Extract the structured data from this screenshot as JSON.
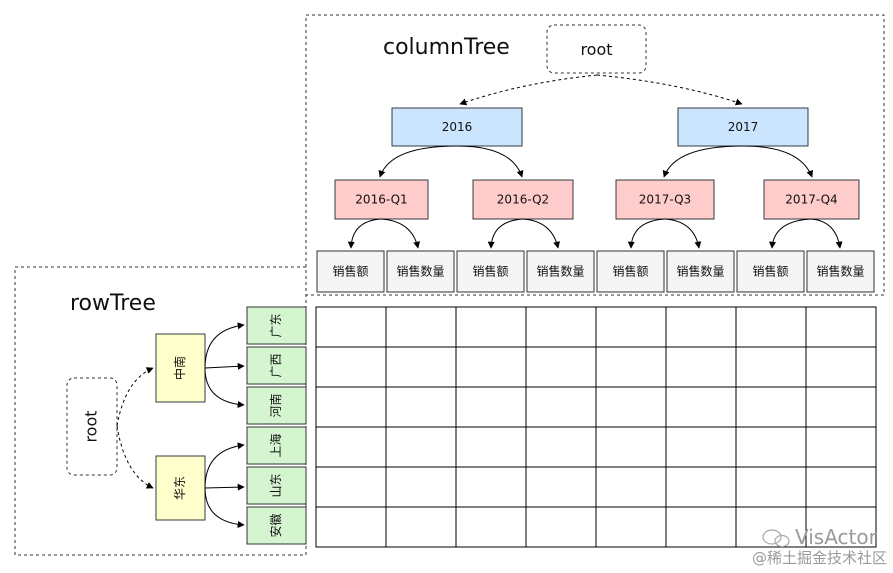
{
  "column_tree": {
    "title": "columnTree",
    "root": "root",
    "years": [
      "2016",
      "2017"
    ],
    "quarters": [
      "2016-Q1",
      "2016-Q2",
      "2017-Q3",
      "2017-Q4"
    ],
    "measures": [
      "销售额",
      "销售数量",
      "销售额",
      "销售数量",
      "销售额",
      "销售数量",
      "销售额",
      "销售数量"
    ]
  },
  "row_tree": {
    "title": "rowTree",
    "root": "root",
    "regions": [
      "中南",
      "华东"
    ],
    "provinces": [
      "广东",
      "广西",
      "河南",
      "上海",
      "山东",
      "安徽"
    ]
  },
  "table": {
    "rows": 6,
    "cols": 8
  },
  "watermark": {
    "brand": "VisActor",
    "community": "@稀土掘金技术社区"
  },
  "colors": {
    "year_fill": "#cce5ff",
    "year_stroke": "#36393d",
    "quarter_fill": "#ffcccc",
    "quarter_stroke": "#36393d",
    "measure_fill": "#f5f5f5",
    "region_fill": "#ffffcc",
    "province_fill": "#d5f5d0",
    "dashed_border": "#333333"
  }
}
